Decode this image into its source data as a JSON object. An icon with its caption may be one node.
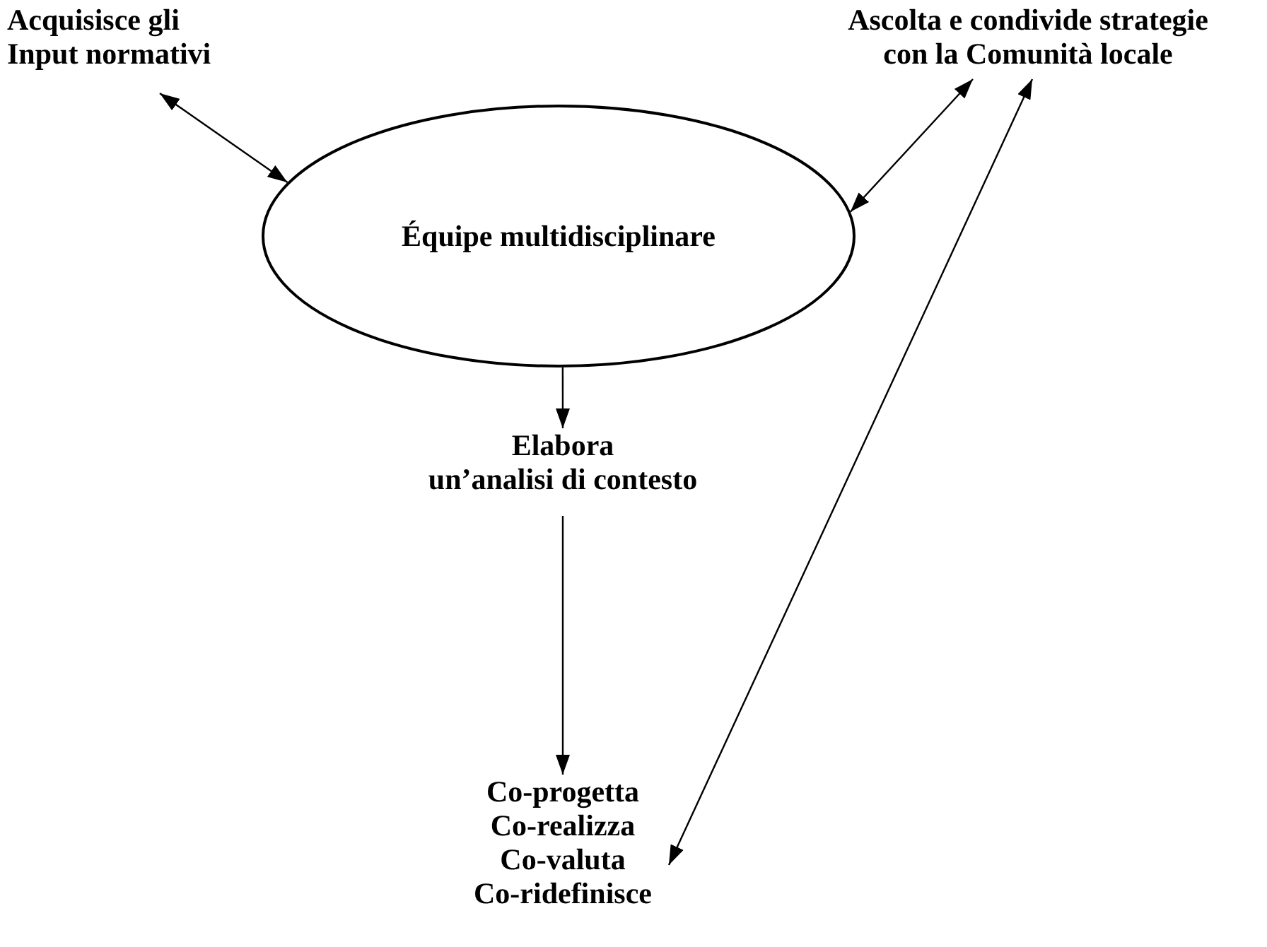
{
  "diagram": {
    "nodes": [
      {
        "text": [
          "Acquisisce gli Input normativi"
        ]
      },
      {
        "text": [
          "Ascolta e condivide strategie con la Comunità locale"
        ]
      },
      {
        "text": [
          "Équipe multidisciplinare"
        ]
      },
      {
        "text": [
          "Elabora",
          "un’analisi di contesto"
        ]
      },
      {
        "text": [
          "Co-progetta",
          "Co-realizza",
          "Co-valuta",
          "Co-ridefinisce"
        ]
      }
    ],
    "edges": [
      {
        "from": 0,
        "to": 2,
        "arrow": "both"
      },
      {
        "from": 1,
        "to": 2,
        "arrow": "both"
      },
      {
        "from": 2,
        "to": 3,
        "arrow": "to"
      },
      {
        "from": 3,
        "to": 4,
        "arrow": "to"
      },
      {
        "from": 1,
        "to": 4,
        "arrow": "both"
      }
    ]
  }
}
